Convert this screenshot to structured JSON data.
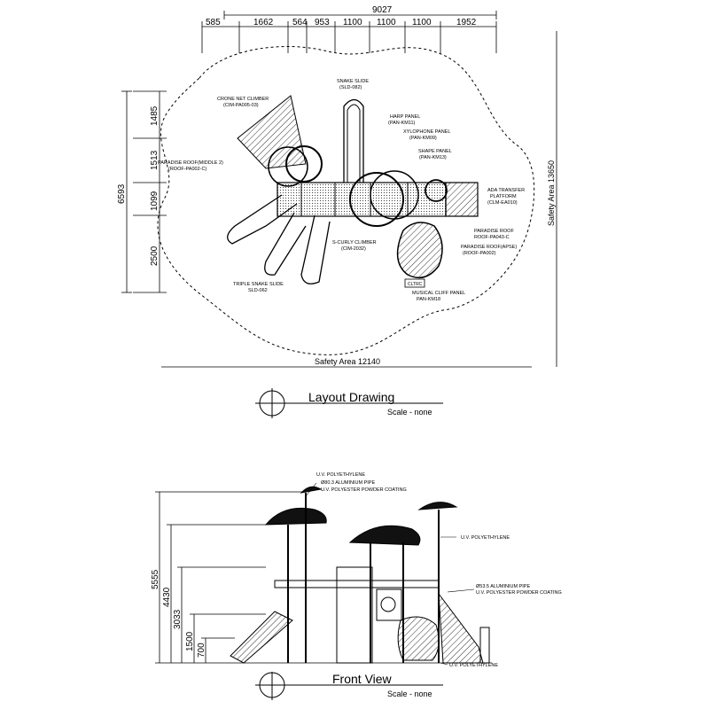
{
  "top_dimensions": {
    "overall": "9027",
    "segments": [
      "585",
      "1662",
      "564",
      "953",
      "1100",
      "1100",
      "1100",
      "1952"
    ]
  },
  "left_dimensions": {
    "overall": "6593",
    "segments": [
      "1485",
      "1513",
      "1099",
      "2500"
    ]
  },
  "safety_area_width": "Safety Area 12140",
  "safety_area_height": "Safety Area 13650",
  "layout_labels": {
    "crone_net_climber": "CRONE NET CLIMBER",
    "crone_net_climber_code": "(CIM-PA005-03)",
    "snake_slide": "SNAKE SLIDE",
    "snake_slide_code": "(SLD-082)",
    "harp_panel": "HARP PANEL",
    "harp_panel_code": "(PAN-KM11)",
    "xylophone_panel": "XYLOPHONE PANEL",
    "xylophone_panel_code": "(PAN-KM09)",
    "shape_panel": "SHAPE PANEL",
    "shape_panel_code": "(PAN-KM13)",
    "paradise_roof_1": "PARADISE ROOF(MIDDLE 2)",
    "paradise_roof_1_code": "(ROOF-PA002-C)",
    "ada_platform_1": "ADA TRANSFER",
    "ada_platform_2": "PLATFORM",
    "ada_platform_code": "(CLM-EA010)",
    "paradise_roof_2": "PARADISE ROOF",
    "paradise_roof_2_code": "ROOF-PA043-C",
    "paradise_roof_3": "PARADISE ROOF(APSE)",
    "paradise_roof_3_code": "(ROOF-PA002)",
    "s_curly_climber": "S-CURLY CLIMBER",
    "s_curly_climber_code": "(CIM-2032)",
    "triple_snake_slide": "TRIPLE SNAKE SLIDE",
    "triple_snake_slide_code": "SLD-062",
    "musical_cliff_panel": "MUSICAL CLIFF PANEL",
    "musical_cliff_panel_code": "PAN-KM18",
    "cltrc": "CLTRC"
  },
  "layout_title": "Layout Drawing",
  "layout_scale": "Scale - none",
  "front_heights": [
    "5555",
    "4430",
    "3033",
    "1500",
    "700"
  ],
  "front_labels": {
    "callout_1": "U.V. POLYETHYLENE",
    "callout_2": "Ø80.3 ALUMINIUM PIPE",
    "callout_3": "U.V. POLYESTER POWDER COATING",
    "callout_4": "U.V. POLYETHYLENE",
    "callout_5": "Ø53.5 ALUMINIUM PIPE",
    "callout_6": "U.V. POLYESTER POWDER COATING",
    "callout_7": "U.V. POLYETHYLENE"
  },
  "front_title": "Front View",
  "front_scale": "Scale - none"
}
